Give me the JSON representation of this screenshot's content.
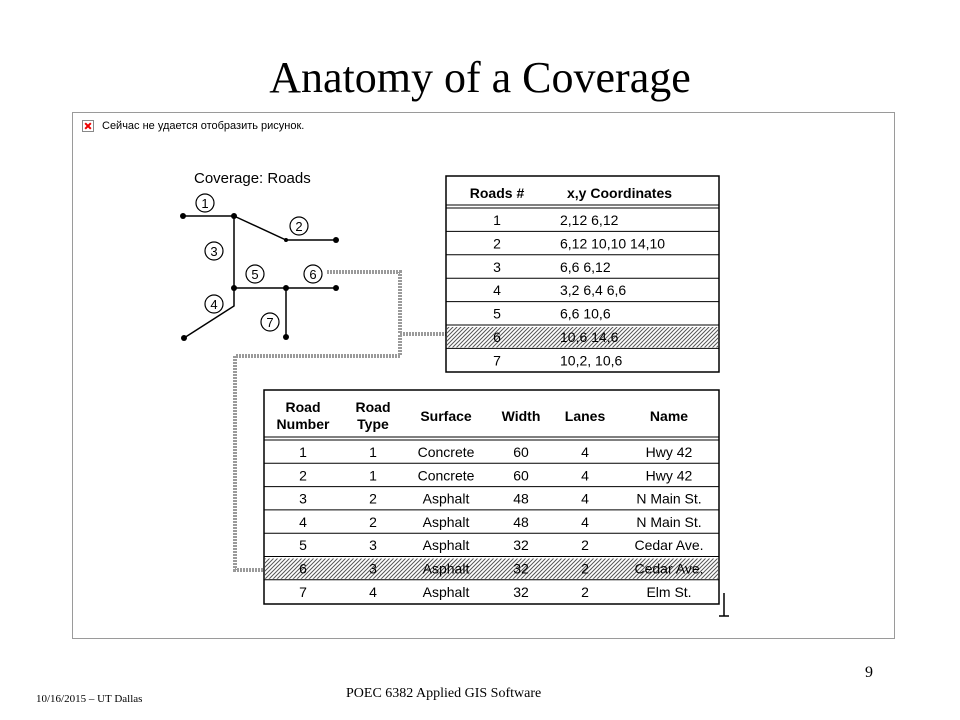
{
  "slide": {
    "title": "Anatomy of a Coverage",
    "broken_image_text": "Сейчас не удается отобразить рисунок.",
    "footer_date": "10/16/2015 – UT Dallas",
    "footer_course": "POEC 6382 Applied GIS Software",
    "page_number": "9"
  },
  "diagram": {
    "coverage_label": "Coverage: Roads",
    "road_numbers": [
      "1",
      "2",
      "3",
      "4",
      "5",
      "6",
      "7"
    ],
    "coords_table": {
      "headers": [
        "Roads #",
        "x,y Coordinates"
      ],
      "rows": [
        [
          "1",
          "2,12  6,12"
        ],
        [
          "2",
          "6,12  10,10  14,10"
        ],
        [
          "3",
          "6,6  6,12"
        ],
        [
          "4",
          "3,2  6,4  6,6"
        ],
        [
          "5",
          "6,6  10,6"
        ],
        [
          "6",
          "10,6  14,6"
        ],
        [
          "7",
          "10,2,  10,6"
        ]
      ],
      "highlighted_row": 5
    },
    "attr_table": {
      "headers": [
        [
          "Road",
          "Number"
        ],
        [
          "Road",
          "Type"
        ],
        [
          "Surface"
        ],
        [
          "Width"
        ],
        [
          "Lanes"
        ],
        [
          "Name"
        ]
      ],
      "rows": [
        [
          "1",
          "1",
          "Concrete",
          "60",
          "4",
          "Hwy 42"
        ],
        [
          "2",
          "1",
          "Concrete",
          "60",
          "4",
          "Hwy 42"
        ],
        [
          "3",
          "2",
          "Asphalt",
          "48",
          "4",
          "N Main St."
        ],
        [
          "4",
          "2",
          "Asphalt",
          "48",
          "4",
          "N Main St."
        ],
        [
          "5",
          "3",
          "Asphalt",
          "32",
          "2",
          "Cedar Ave."
        ],
        [
          "6",
          "3",
          "Asphalt",
          "32",
          "2",
          "Cedar Ave."
        ],
        [
          "7",
          "4",
          "Asphalt",
          "32",
          "2",
          "Elm St."
        ]
      ],
      "highlighted_row": 5
    }
  }
}
